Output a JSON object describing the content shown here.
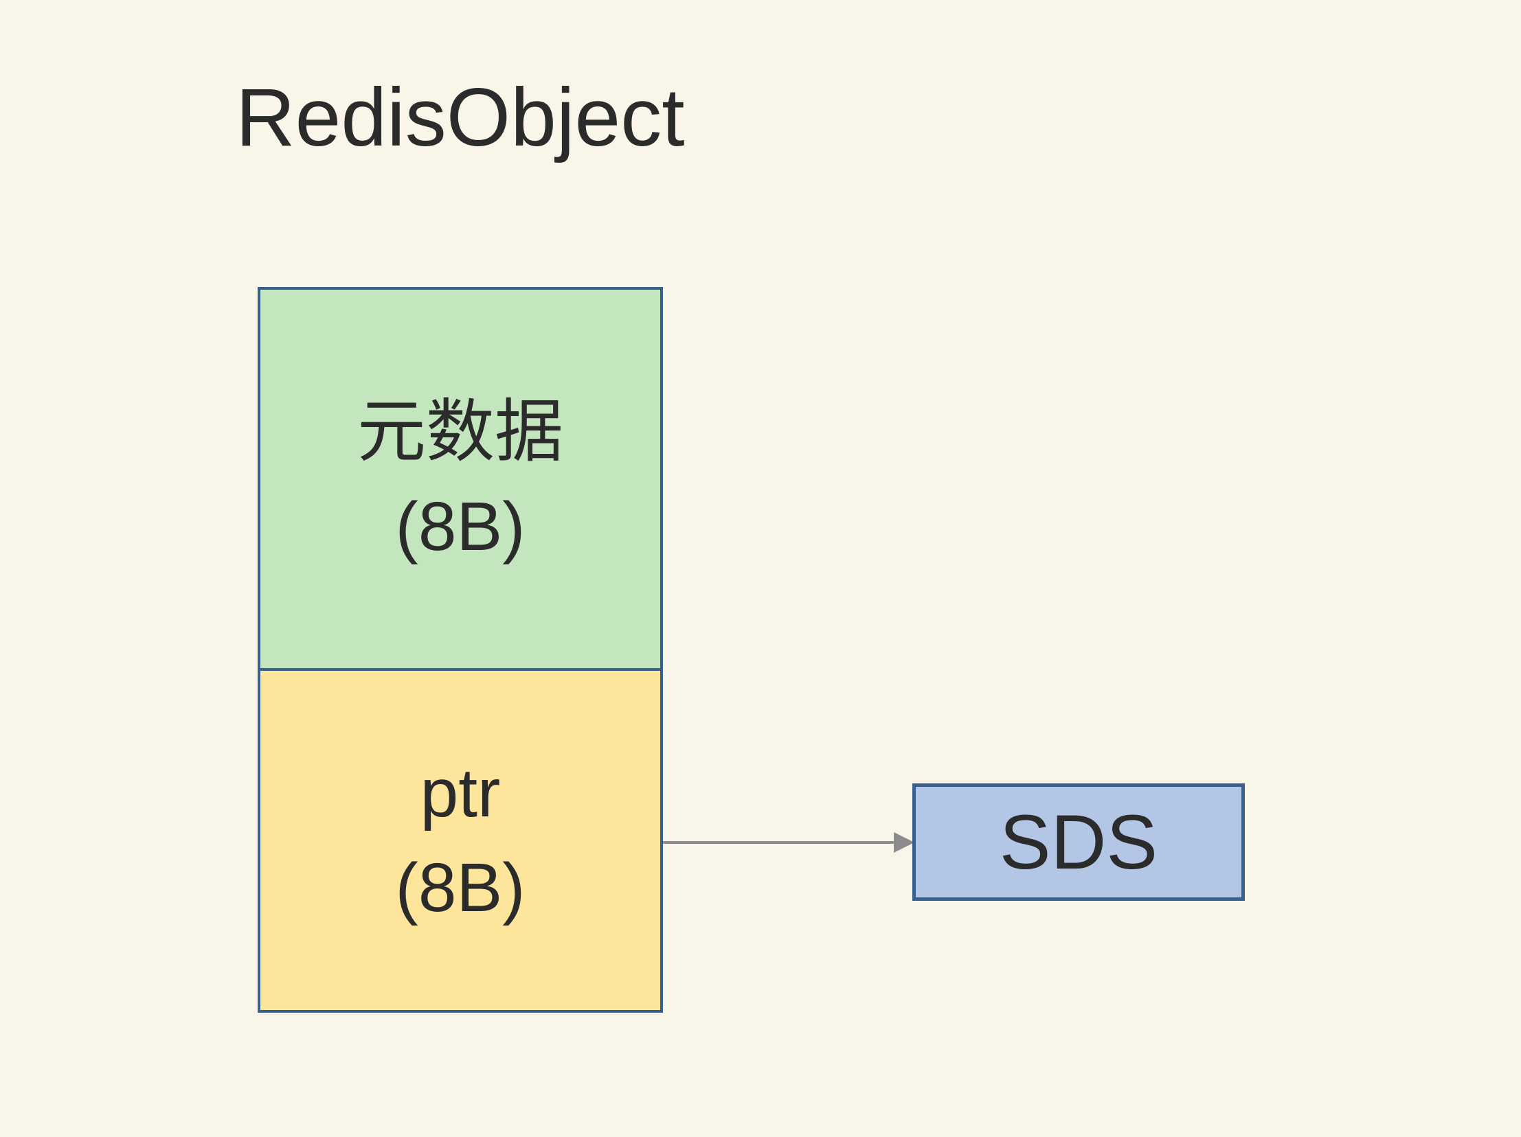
{
  "title": "RedisObject",
  "struct": {
    "cells": [
      {
        "name": "metadata",
        "line1": "元数据",
        "line2": "(8B)"
      },
      {
        "name": "ptr",
        "line1": "ptr",
        "line2": "(8B)"
      }
    ]
  },
  "target": {
    "label": "SDS"
  },
  "arrow": {
    "from": "ptr",
    "to": "SDS"
  },
  "colors": {
    "background": "#f9f6e9",
    "metadata_fill": "#c4e6bf",
    "ptr_fill": "#fde69b",
    "sds_fill": "#b3c6e6",
    "border": "#35608f",
    "arrow": "#8c8c8c",
    "text": "#2b2b2b"
  }
}
